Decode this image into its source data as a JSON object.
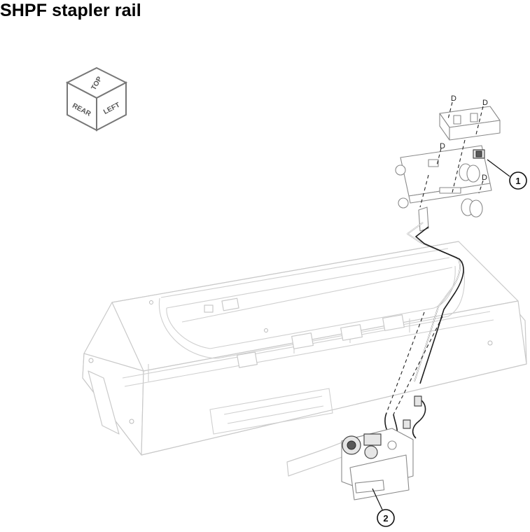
{
  "title": "SHPF stapler rail",
  "orientation_cube": {
    "top": "TOP",
    "rear": "REAR",
    "left": "LEFT"
  },
  "labels": {
    "d1": "D",
    "d2": "D",
    "d3": "D",
    "d4": "D"
  },
  "callouts": {
    "c1": "1",
    "c2": "2"
  }
}
